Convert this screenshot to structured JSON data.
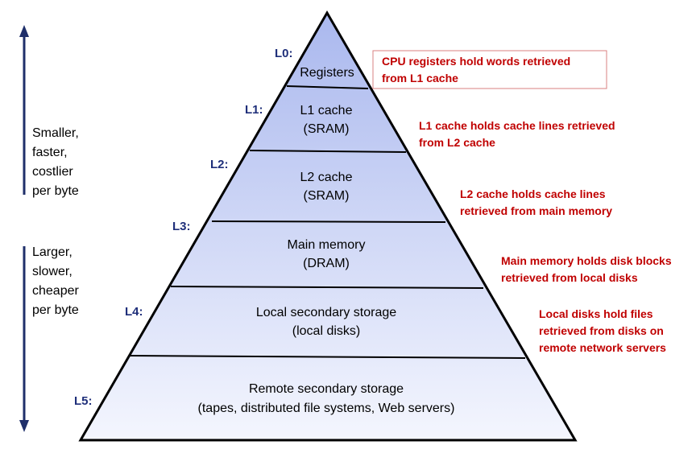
{
  "colors": {
    "level_label": "#1f2f7a",
    "description": "#c00000",
    "arrow": "#1f2f6a",
    "pyramid_top": "#aab8ee",
    "pyramid_bottom": "#f4f6fe",
    "callout_border": "#d98080"
  },
  "pyramid": {
    "levels": [
      {
        "label": "L0:",
        "lines": [
          "Registers"
        ],
        "description": [
          "CPU registers hold words retrieved",
          "from L1 cache"
        ]
      },
      {
        "label": "L1:",
        "lines": [
          "L1 cache",
          "(SRAM)"
        ],
        "description": [
          "L1 cache holds cache lines retrieved",
          "from L2 cache"
        ]
      },
      {
        "label": "L2:",
        "lines": [
          "L2 cache",
          "(SRAM)"
        ],
        "description": [
          "L2 cache holds cache lines",
          "retrieved from main memory"
        ]
      },
      {
        "label": "L3:",
        "lines": [
          "Main memory",
          "(DRAM)"
        ],
        "description": [
          "Main memory holds disk blocks",
          "retrieved from local disks"
        ]
      },
      {
        "label": "L4:",
        "lines": [
          "Local secondary storage",
          "(local disks)"
        ],
        "description": [
          "Local disks hold files",
          "retrieved from disks on",
          "remote network servers"
        ]
      },
      {
        "label": "L5:",
        "lines": [
          "Remote secondary storage",
          "(tapes, distributed file systems, Web servers)"
        ],
        "description": []
      }
    ]
  },
  "side_labels": {
    "top": [
      "Smaller,",
      "faster,",
      "costlier",
      "per byte"
    ],
    "bottom": [
      "Larger,",
      "slower,",
      "cheaper",
      "per byte"
    ]
  }
}
